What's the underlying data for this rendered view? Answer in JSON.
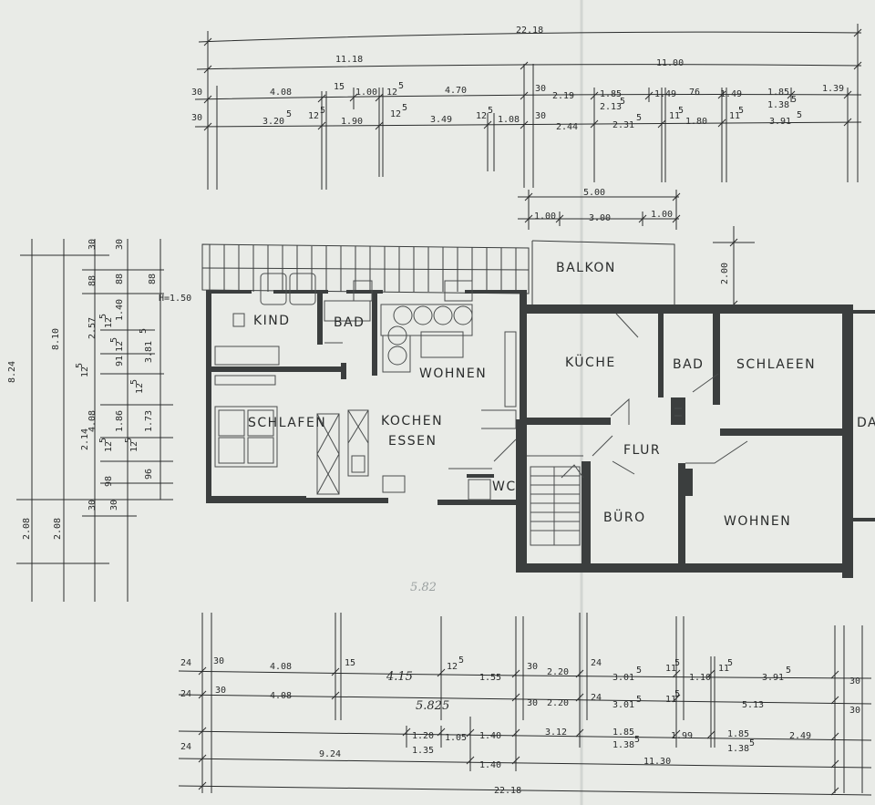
{
  "rooms": {
    "kind": "KIND",
    "bad_left": "BAD",
    "wohnen_left": "WOHNEN",
    "schlafen_left": "SCHLAFEN",
    "kochen": "KOCHEN",
    "essen": "ESSEN",
    "wc": "WC",
    "balkon": "BALKON",
    "kueche": "KÜCHE",
    "bad_right": "BAD",
    "schlafen_right": "SCHLAEEN",
    "flur": "FLUR",
    "buero": "BÜRO",
    "wohnen_right": "WOHNEN",
    "da": "DA"
  },
  "height_label": "H=1.50",
  "annotations": {
    "pencil_mid": "5.82",
    "pencil_bottom_1": "4.15",
    "pencil_bottom_2": "5.825"
  },
  "dims_top": {
    "overall": "22.18",
    "left_half": "11.18",
    "right_half": "11.00",
    "row3": [
      "30",
      "4.08",
      "15",
      "1.00",
      "12",
      "5",
      "4.70",
      "30",
      "2.19",
      "1.85",
      "2.13",
      "5",
      "1.49",
      "76",
      "1.49",
      "1.85",
      "1.38",
      "5",
      "1.39"
    ],
    "row4": [
      "30",
      "3.20",
      "5",
      "12",
      "5",
      "1.90",
      "12",
      "5",
      "3.49",
      "12",
      "5",
      "1.08",
      "30",
      "2.44",
      "2.31",
      "5",
      "11",
      "5",
      "1.80",
      "11",
      "5",
      "3.91",
      "5"
    ],
    "balcony_width": "5.00",
    "balcony_parts": [
      "1.00",
      "3.00",
      "1.00"
    ],
    "balcony_depth": "2.00"
  },
  "dims_left": {
    "overall": "8.24",
    "inner": "8.10",
    "col_a": [
      "30",
      "88",
      "2.57",
      "12",
      "5",
      "4.08",
      "12",
      "5",
      "98",
      "30"
    ],
    "col_b": [
      "30",
      "88",
      "1.40",
      "12",
      "5",
      "91",
      "1.86",
      "12",
      "5",
      "30"
    ],
    "col_c": [
      "88",
      "3.81",
      "5",
      "12",
      "5",
      "1.73",
      "96"
    ],
    "col_main": [
      "12",
      "5",
      "2.14"
    ],
    "lower": [
      "2.08",
      "2.08"
    ]
  },
  "dims_bottom": {
    "row1": [
      "24",
      "30",
      "4.08",
      "15",
      "12",
      "5",
      "1.55",
      "30",
      "2.20",
      "24",
      "3.01",
      "5",
      "11",
      "5",
      "1.10",
      "11",
      "5",
      "3.91",
      "5",
      "30"
    ],
    "row2": [
      "24",
      "30",
      "4.08",
      "30",
      "2.20",
      "24",
      "3.01",
      "5",
      "11",
      "5",
      "5.13",
      "30"
    ],
    "row3": [
      "1.20",
      "1.35",
      "1.05",
      "1.40",
      "3.12",
      "1.85",
      "1.38",
      "5",
      "1.99",
      "1.85",
      "1.38",
      "5",
      "2.49"
    ],
    "row4": [
      "24",
      "9.24",
      "1.40",
      "11.30"
    ],
    "overall": "22.18"
  }
}
